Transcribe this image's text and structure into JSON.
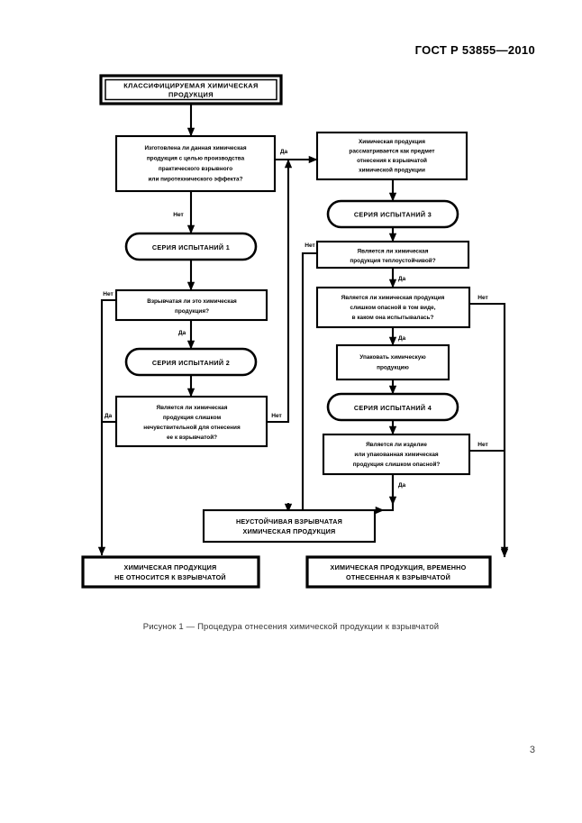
{
  "document": {
    "standard_header": "ГОСТ Р 53855—2010",
    "page_number": "3",
    "figure_caption": "Рисунок 1 — Процедура отнесения химической продукции к взрывчатой"
  },
  "chart_data": {
    "type": "diagram",
    "title": "Процедура отнесения химической продукции к взрывчатой",
    "nodes": [
      {
        "id": "start",
        "shape": "double-rect",
        "lines": [
          "КЛАССИФИЦИРУЕМАЯ ХИМИЧЕСКАЯ",
          "ПРОДУКЦИЯ"
        ]
      },
      {
        "id": "q1",
        "shape": "rect",
        "lines": [
          "Изготовлена ли данная химическая",
          "продукция с целью производства",
          "практического взрывного",
          "или пиротехнического эффекта?"
        ]
      },
      {
        "id": "consider",
        "shape": "rect",
        "lines": [
          "Химическая продукция",
          "рассматривается как предмет",
          "отнесения к взрывчатой",
          "химической продукции"
        ]
      },
      {
        "id": "series3",
        "shape": "rounded",
        "lines": [
          "СЕРИЯ ИСПЫТАНИЙ 3"
        ]
      },
      {
        "id": "q_heat",
        "shape": "rect",
        "lines": [
          "Является ли химическая",
          "продукция теплоустойчивой?"
        ]
      },
      {
        "id": "q_dangerous_as_tested",
        "shape": "rect",
        "lines": [
          "Является ли химическая продукция",
          "слишком опасной в том виде,",
          "в каком она испытывалась?"
        ]
      },
      {
        "id": "pack",
        "shape": "rect",
        "lines": [
          "Упаковать химическую",
          "продукцию"
        ]
      },
      {
        "id": "series4",
        "shape": "rounded",
        "lines": [
          "СЕРИЯ ИСПЫТАНИЙ 4"
        ]
      },
      {
        "id": "q_packed_dangerous",
        "shape": "rect",
        "lines": [
          "Является ли изделие",
          "или упакованная химическая",
          "продукция слишком опасной?"
        ]
      },
      {
        "id": "series1",
        "shape": "rounded",
        "lines": [
          "СЕРИЯ ИСПЫТАНИЙ 1"
        ]
      },
      {
        "id": "q_explosive",
        "shape": "rect",
        "lines": [
          "Взрывчатая ли это химическая",
          "продукция?"
        ]
      },
      {
        "id": "series2",
        "shape": "rounded",
        "lines": [
          "СЕРИЯ ИСПЫТАНИЙ 2"
        ]
      },
      {
        "id": "q_insensitive",
        "shape": "rect",
        "lines": [
          "Является ли химическая",
          "продукция слишком",
          "нечувствительной для отнесения",
          "ее к взрывчатой?"
        ]
      },
      {
        "id": "unstable",
        "shape": "rect",
        "lines": [
          "НЕУСТОЙЧИВАЯ ВЗРЫВЧАТАЯ",
          "ХИМИЧЕСКАЯ ПРОДУКЦИЯ"
        ]
      },
      {
        "id": "not_explosive",
        "shape": "rect-bold",
        "lines": [
          "ХИМИЧЕСКАЯ ПРОДУКЦИЯ",
          "НЕ ОТНОСИТСЯ К ВЗРЫВЧАТОЙ"
        ]
      },
      {
        "id": "temporarily_explosive",
        "shape": "rect-bold",
        "lines": [
          "ХИМИЧЕСКАЯ ПРОДУКЦИЯ, ВРЕМЕННО",
          "ОТНЕСЕННАЯ К ВЗРЫВЧАТОЙ"
        ]
      }
    ],
    "edge_labels": {
      "q1_yes": "Да",
      "q1_no": "Нет",
      "q_heat_no": "Нет",
      "q_heat_yes": "Да",
      "q_dangerous_as_tested_no": "Нет",
      "q_dangerous_as_tested_yes": "Да",
      "q_packed_dangerous_no": "Нет",
      "q_packed_dangerous_yes": "Да",
      "q_explosive_no": "Нет",
      "q_explosive_yes": "Да",
      "q_insensitive_yes": "Да",
      "q_insensitive_no": "Нет"
    },
    "edges": [
      {
        "from": "start",
        "to": "q1",
        "label": ""
      },
      {
        "from": "q1",
        "to": "consider",
        "label": "Да"
      },
      {
        "from": "q1",
        "to": "series1",
        "label": "Нет"
      },
      {
        "from": "consider",
        "to": "series3",
        "label": ""
      },
      {
        "from": "series3",
        "to": "q_heat",
        "label": ""
      },
      {
        "from": "q_heat",
        "to": "unstable",
        "label": "Нет"
      },
      {
        "from": "q_heat",
        "to": "q_dangerous_as_tested",
        "label": "Да"
      },
      {
        "from": "q_dangerous_as_tested",
        "to": "unstable",
        "label": "Нет"
      },
      {
        "from": "q_dangerous_as_tested",
        "to": "pack",
        "label": "Да"
      },
      {
        "from": "pack",
        "to": "series4",
        "label": ""
      },
      {
        "from": "series4",
        "to": "q_packed_dangerous",
        "label": ""
      },
      {
        "from": "q_packed_dangerous",
        "to": "temporarily_explosive",
        "label": "Нет"
      },
      {
        "from": "q_packed_dangerous",
        "to": "unstable",
        "label": "Да"
      },
      {
        "from": "series1",
        "to": "q_explosive",
        "label": ""
      },
      {
        "from": "q_explosive",
        "to": "not_explosive",
        "label": "Нет"
      },
      {
        "from": "q_explosive",
        "to": "series2",
        "label": "Да"
      },
      {
        "from": "series2",
        "to": "q_insensitive",
        "label": ""
      },
      {
        "from": "q_insensitive",
        "to": "not_explosive",
        "label": "Да"
      },
      {
        "from": "q_insensitive",
        "to": "consider",
        "label": "Нет"
      }
    ],
    "colors": {
      "stroke": "#000000",
      "fill": "#ffffff",
      "text": "#000000"
    }
  }
}
